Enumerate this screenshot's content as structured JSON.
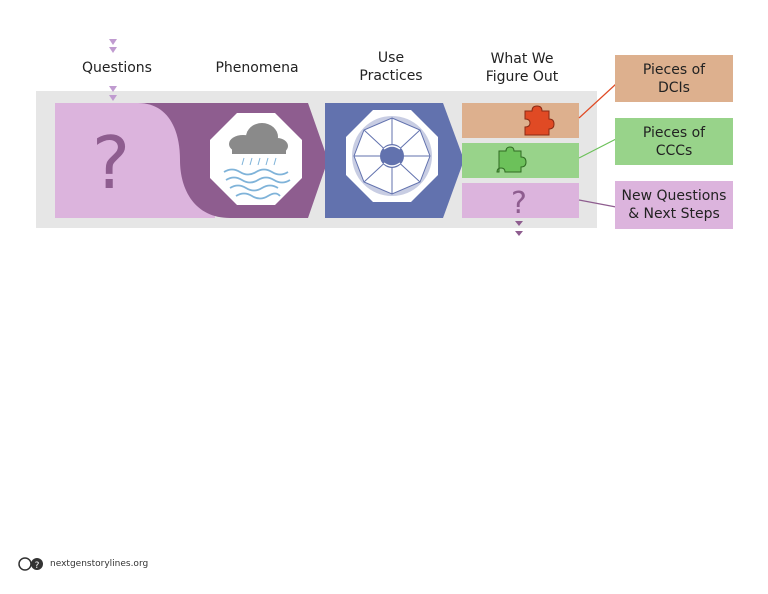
{
  "headers": {
    "questions": "Questions",
    "phenomena": "Phenomena",
    "use_practices": [
      "Use",
      "Practices"
    ],
    "what_we_figure_out": [
      "What We",
      "Figure Out"
    ]
  },
  "callouts": {
    "dcis": [
      "Pieces of",
      "DCIs"
    ],
    "cccs": [
      "Pieces of",
      "CCCs"
    ],
    "new_questions": [
      "New Questions",
      "& Next Steps"
    ]
  },
  "big_question_mark": "?",
  "small_question_mark": "?",
  "footer": {
    "site": "nextgenstorylines.org",
    "logo_mark": "?"
  },
  "colors": {
    "band": "#e6e6e6",
    "questions_panel": "#dcb4dd",
    "phenomena_panel": "#8e5d8f",
    "practices_panel": "#6272ae",
    "dci": "#ddb08e",
    "ccc": "#98d38a",
    "new_questions": "#dcb4dd",
    "puzzle_red": "#e04a24",
    "puzzle_green": "#6cc15a",
    "arrow_marker": "#c09bd0"
  }
}
